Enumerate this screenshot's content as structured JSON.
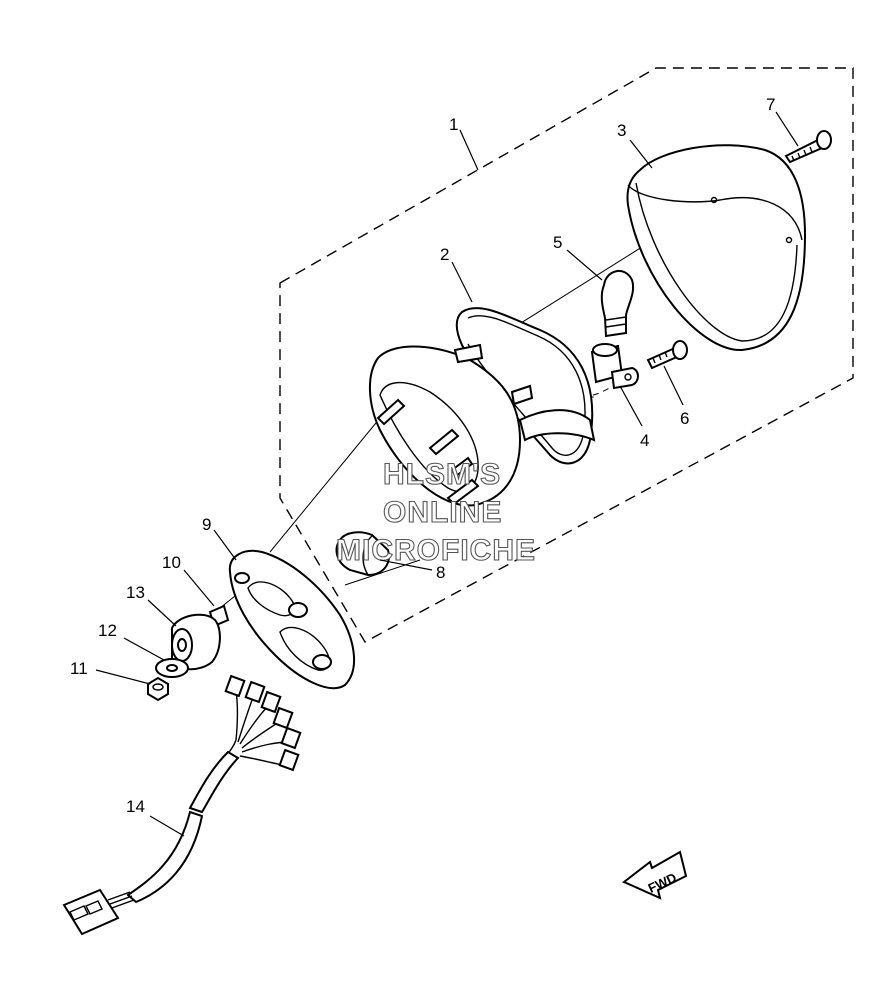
{
  "callouts": [
    {
      "id": "1",
      "text": "1"
    },
    {
      "id": "2",
      "text": "2"
    },
    {
      "id": "3",
      "text": "3"
    },
    {
      "id": "4",
      "text": "4"
    },
    {
      "id": "5",
      "text": "5"
    },
    {
      "id": "6",
      "text": "6"
    },
    {
      "id": "7",
      "text": "7"
    },
    {
      "id": "8",
      "text": "8"
    },
    {
      "id": "9",
      "text": "9"
    },
    {
      "id": "10",
      "text": "10"
    },
    {
      "id": "11",
      "text": "11"
    },
    {
      "id": "12",
      "text": "12"
    },
    {
      "id": "13",
      "text": "13"
    },
    {
      "id": "14",
      "text": "14"
    }
  ],
  "watermark": {
    "line1": "HLSM'S",
    "line2": "ONLINE",
    "line3": "MICROFICHE"
  },
  "fwd_label": "FWD"
}
